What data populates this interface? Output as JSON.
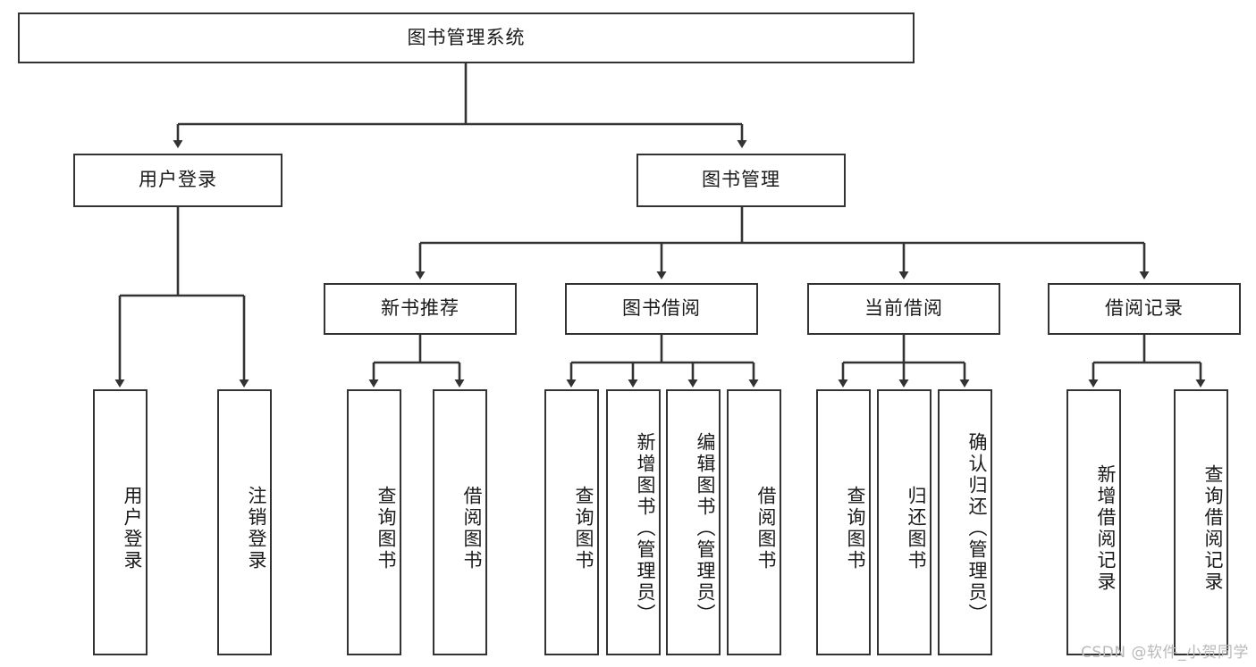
{
  "diagram": {
    "title": "图书管理系统",
    "type": "tree-hierarchy-diagram",
    "colors": {
      "border": "#333333",
      "background": "#ffffff",
      "text": "#1a1a1a",
      "watermark": "#b9b9b9"
    },
    "nodes": {
      "root": {
        "label": "图书管理系统",
        "level": 1
      },
      "level2": [
        {
          "id": "user-login",
          "label": "用户登录"
        },
        {
          "id": "book-management",
          "label": "图书管理"
        }
      ],
      "level3": [
        {
          "id": "new-book-recommend",
          "label": "新书推荐"
        },
        {
          "id": "book-borrow",
          "label": "图书借阅"
        },
        {
          "id": "current-borrow",
          "label": "当前借阅"
        },
        {
          "id": "borrow-record",
          "label": "借阅记录"
        }
      ],
      "leaves": {
        "user-login": [
          {
            "id": "leaf-user-login",
            "label": "用户登录"
          },
          {
            "id": "leaf-logout-login",
            "label": "注销登录"
          }
        ],
        "new-book-recommend": [
          {
            "id": "leaf-query-book-1",
            "label": "查询图书"
          },
          {
            "id": "leaf-borrow-book-1",
            "label": "借阅图书"
          }
        ],
        "book-borrow": [
          {
            "id": "leaf-query-book-2",
            "label": "查询图书"
          },
          {
            "id": "leaf-add-book-admin",
            "label": "新增图书（管理员）"
          },
          {
            "id": "leaf-edit-book-admin",
            "label": "编辑图书（管理员）"
          },
          {
            "id": "leaf-borrow-book-2",
            "label": "借阅图书"
          }
        ],
        "current-borrow": [
          {
            "id": "leaf-query-book-3",
            "label": "查询图书"
          },
          {
            "id": "leaf-return-book",
            "label": "归还图书"
          },
          {
            "id": "leaf-confirm-return-admin",
            "label": "确认归还（管理员）"
          }
        ],
        "borrow-record": [
          {
            "id": "leaf-add-borrow-record",
            "label": "新增借阅记录"
          },
          {
            "id": "leaf-query-borrow-record",
            "label": "查询借阅记录"
          }
        ]
      }
    }
  },
  "watermark": {
    "text": "CSDN @软件_小贺同学"
  }
}
